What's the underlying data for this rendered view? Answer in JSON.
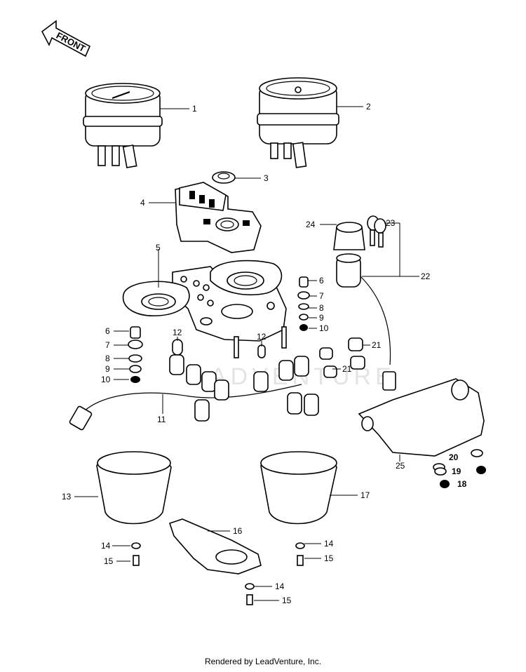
{
  "front_label": "FRONT",
  "watermark": "ADVENTURE",
  "footer": "Rendered by LeadVenture, Inc.",
  "callouts": {
    "c1": "1",
    "c2": "2",
    "c3": "3",
    "c4": "4",
    "c5": "5",
    "c6a": "6",
    "c7a": "7",
    "c8a": "8",
    "c9a": "9",
    "c10a": "10",
    "c6b": "6",
    "c7b": "7",
    "c8b": "8",
    "c9b": "9",
    "c10b": "10",
    "c11": "11",
    "c12a": "12",
    "c12b": "12",
    "c13": "13",
    "c14a": "14",
    "c15a": "15",
    "c14b": "14",
    "c15b": "15",
    "c14c": "14",
    "c15c": "15",
    "c16": "16",
    "c17": "17",
    "c18": "18",
    "c19": "19",
    "c20": "20",
    "c21a": "21",
    "c21b": "21",
    "c22": "22",
    "c23": "23",
    "c24": "24",
    "c25": "25"
  }
}
